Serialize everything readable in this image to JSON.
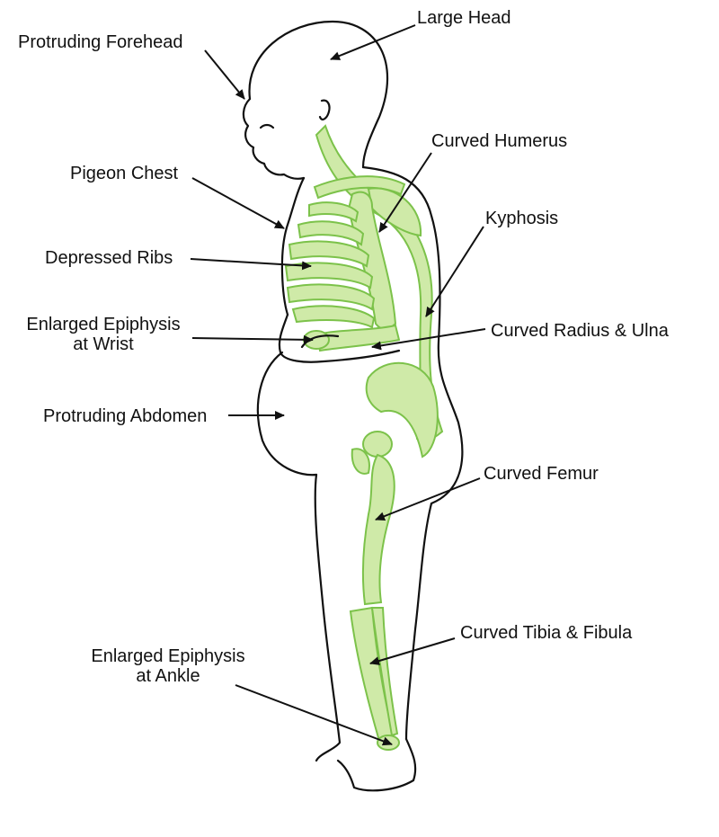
{
  "colors": {
    "bone_fill": "#cfeaa8",
    "bone_stroke": "#7cc24a",
    "outline": "#111111",
    "background": "#ffffff"
  },
  "labels": {
    "large_head": "Large Head",
    "protruding_forehead": "Protruding Forehead",
    "curved_humerus": "Curved Humerus",
    "pigeon_chest": "Pigeon Chest",
    "kyphosis": "Kyphosis",
    "depressed_ribs": "Depressed Ribs",
    "enlarged_epiphysis_wrist_line1": "Enlarged Epiphysis",
    "enlarged_epiphysis_wrist_line2": "at Wrist",
    "curved_radius_ulna": "Curved Radius & Ulna",
    "protruding_abdomen": "Protruding Abdomen",
    "curved_femur": "Curved Femur",
    "curved_tibia_fibula": "Curved Tibia & Fibula",
    "enlarged_epiphysis_ankle_line1": "Enlarged Epiphysis",
    "enlarged_epiphysis_ankle_line2": "at Ankle"
  }
}
